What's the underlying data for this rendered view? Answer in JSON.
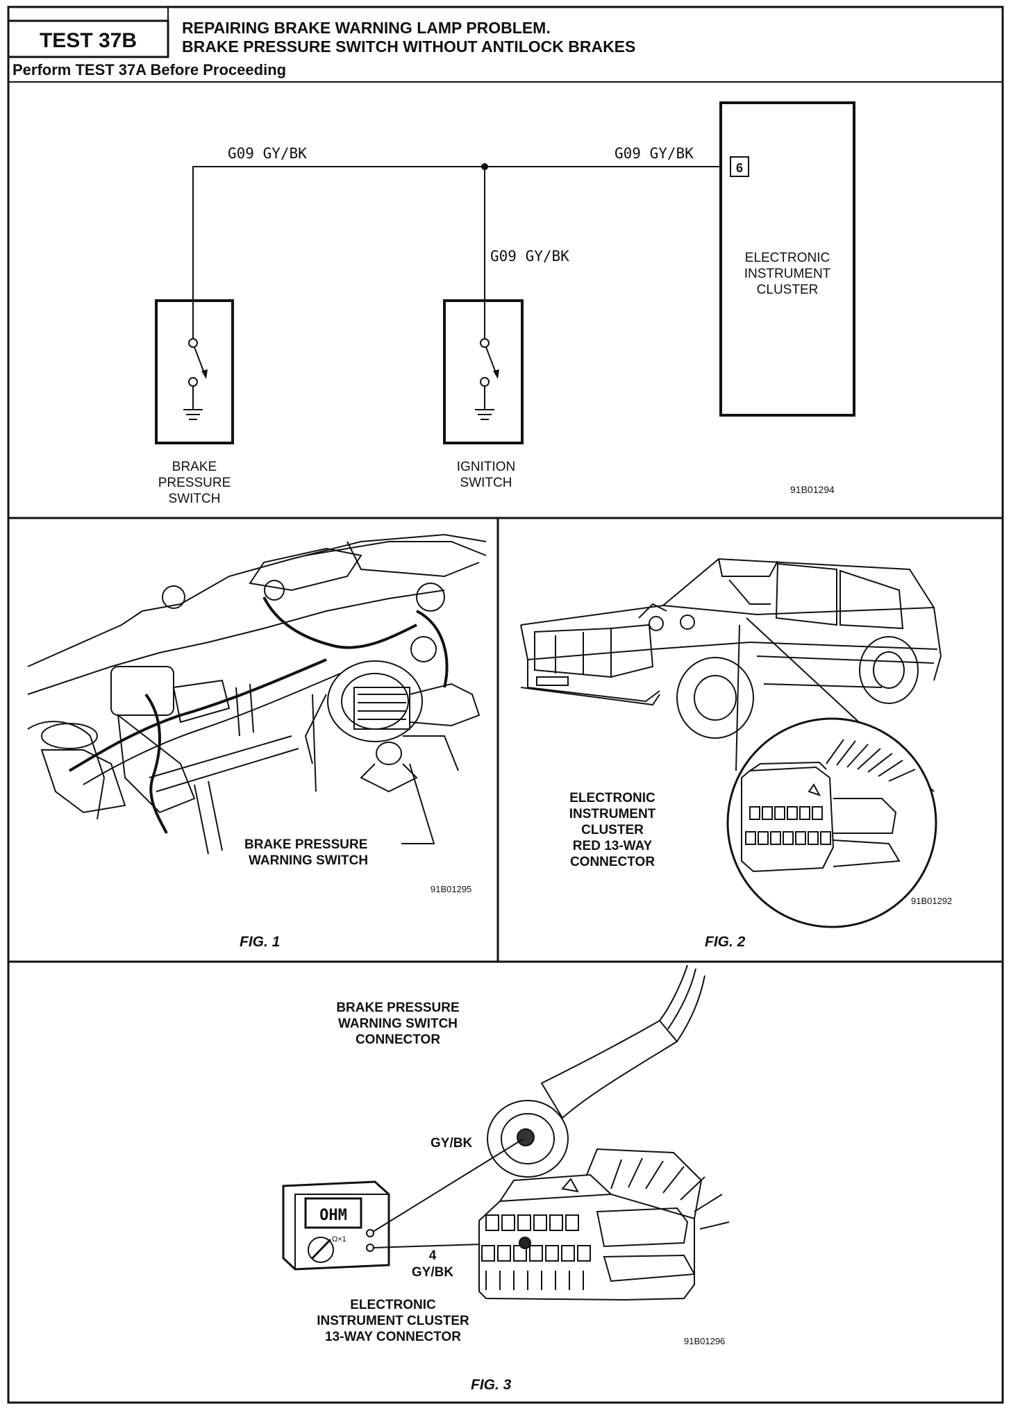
{
  "header": {
    "test_label": "TEST 37B",
    "title_line1": "REPAIRING BRAKE WARNING LAMP PROBLEM.",
    "title_line2": "BRAKE PRESSURE SWITCH WITHOUT ANTILOCK BRAKES",
    "prerequisite": "Perform TEST 37A Before Proceeding"
  },
  "schematic": {
    "wire_left": "G09 GY/BK",
    "wire_right": "G09 GY/BK",
    "wire_middle": "G09 GY/BK",
    "pin_number": "6",
    "cluster_label": [
      "ELECTRONIC",
      "INSTRUMENT",
      "CLUSTER"
    ],
    "brake_switch_label": [
      "BRAKE",
      "PRESSURE",
      "SWITCH"
    ],
    "ignition_switch_label": [
      "IGNITION",
      "SWITCH"
    ],
    "ref_code": "91B01294"
  },
  "fig1": {
    "callout": [
      "BRAKE PRESSURE",
      "WARNING SWITCH"
    ],
    "ref_code": "91B01295",
    "caption": "FIG. 1"
  },
  "fig2": {
    "callout": [
      "ELECTRONIC",
      "INSTRUMENT",
      "CLUSTER",
      "RED 13-WAY",
      "CONNECTOR"
    ],
    "ref_code": "91B01292",
    "caption": "FIG. 2"
  },
  "fig3": {
    "switch_connector_label": [
      "BRAKE PRESSURE",
      "WARNING SWITCH",
      "CONNECTOR"
    ],
    "wire_top": "GY/BK",
    "meter_display": "OHM",
    "meter_range": "Ω×1",
    "pin_label": [
      "4",
      "GY/BK"
    ],
    "cluster_connector_label": [
      "ELECTRONIC",
      "INSTRUMENT CLUSTER",
      "13-WAY CONNECTOR"
    ],
    "ref_code": "91B01296",
    "caption": "FIG. 3"
  }
}
